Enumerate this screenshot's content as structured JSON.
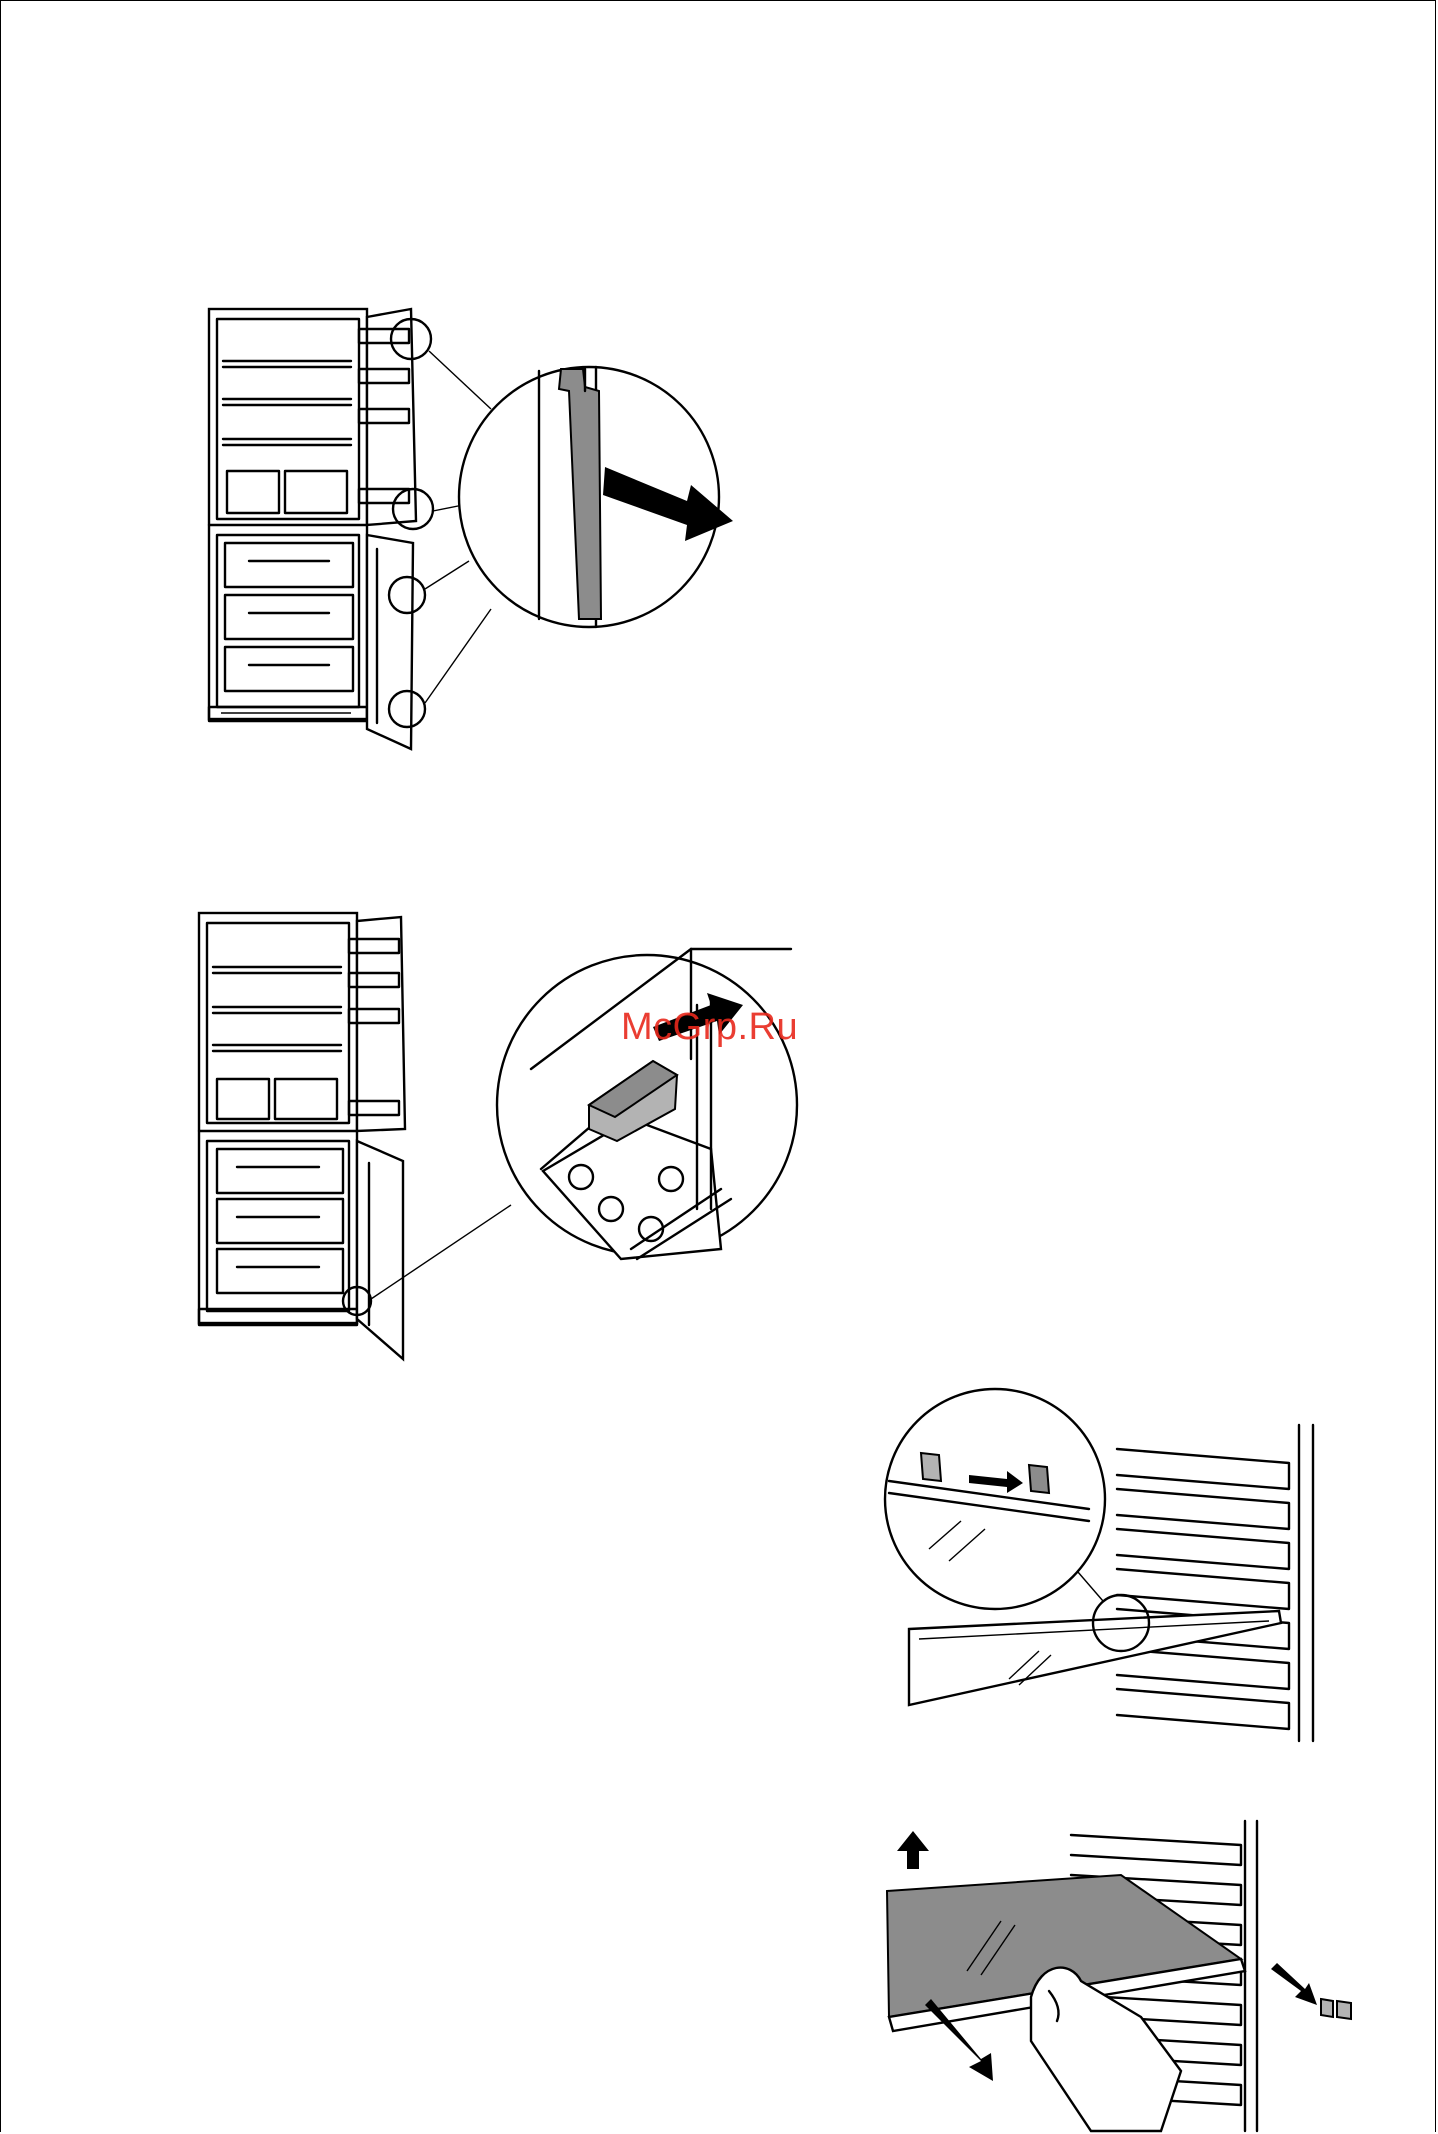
{
  "watermark": "McGrp.Ru",
  "figures": [
    {
      "id": "fridge-door-seal",
      "icon": "fridge-door-seal-removal-illustration"
    },
    {
      "id": "fridge-door-hinge",
      "icon": "fridge-hinge-pin-illustration"
    },
    {
      "id": "shelf-clip",
      "icon": "shelf-clip-relocation-illustration"
    },
    {
      "id": "shelf-removal",
      "icon": "glass-shelf-removal-illustration"
    }
  ],
  "colors": {
    "line": "#000000",
    "fill_grey": "#8c8c8c",
    "watermark": "#e8291c"
  }
}
